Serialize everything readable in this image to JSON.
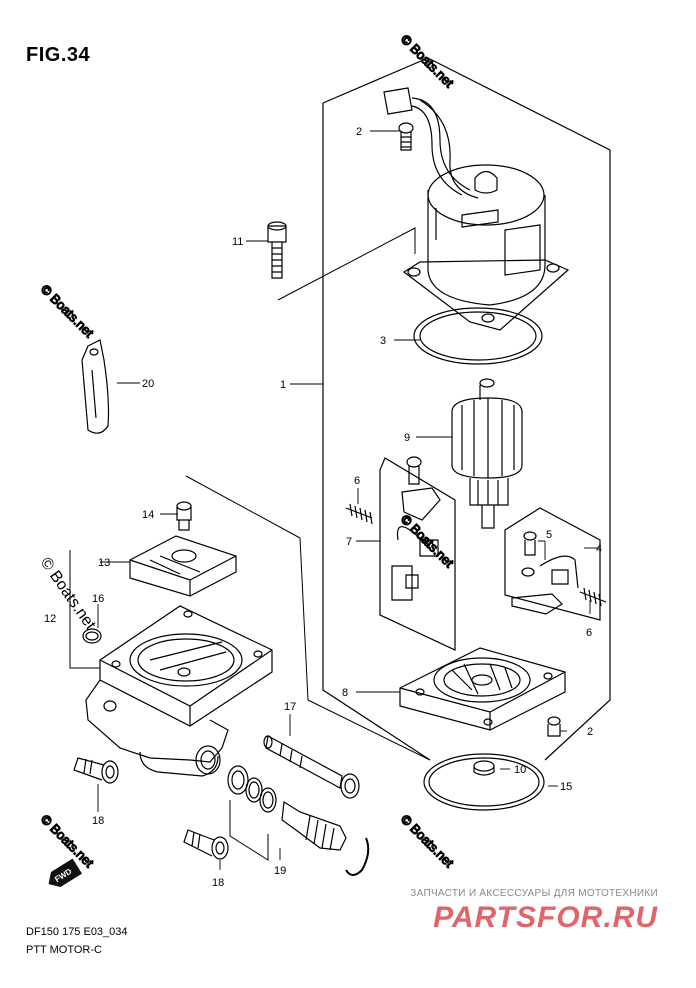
{
  "figure": {
    "title": "FIG.34"
  },
  "footer": {
    "code": "DF150 175 E03_034",
    "name": "PTT MOTOR-C"
  },
  "watermark": {
    "text": "© Boats.net"
  },
  "shop": {
    "line": "ЗАПЧАСТИ И АКСЕССУАРЫ ДЛЯ МОТОТЕХНИКИ",
    "brand": "PARTSFOR.RU"
  },
  "fwd_badge": "FWD",
  "callouts": [
    "1",
    "2",
    "3",
    "4",
    "5",
    "6",
    "7",
    "8",
    "9",
    "10",
    "11",
    "12",
    "13",
    "14",
    "15",
    "16",
    "17",
    "18",
    "19",
    "20"
  ],
  "colors": {
    "line": "#000000",
    "watermark": "#c8c8c8",
    "brand": "#e0646a"
  }
}
